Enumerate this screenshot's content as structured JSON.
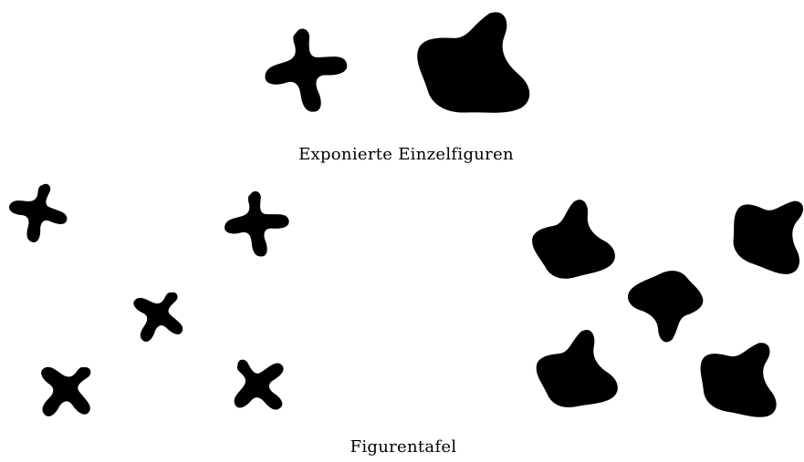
{
  "captions": {
    "top": "Exponierte Einzelfiguren",
    "bottom": "Figurentafel"
  },
  "figures": {
    "exposed": [
      "cross-figure",
      "blob-figure"
    ],
    "table_left": [
      "cross-figure",
      "cross-figure",
      "cross-figure",
      "cross-figure",
      "cross-figure"
    ],
    "table_right": [
      "blob-figure",
      "blob-figure",
      "blob-figure",
      "blob-figure",
      "blob-figure"
    ]
  },
  "colors": {
    "figure": "#000000",
    "background": "#ffffff"
  }
}
